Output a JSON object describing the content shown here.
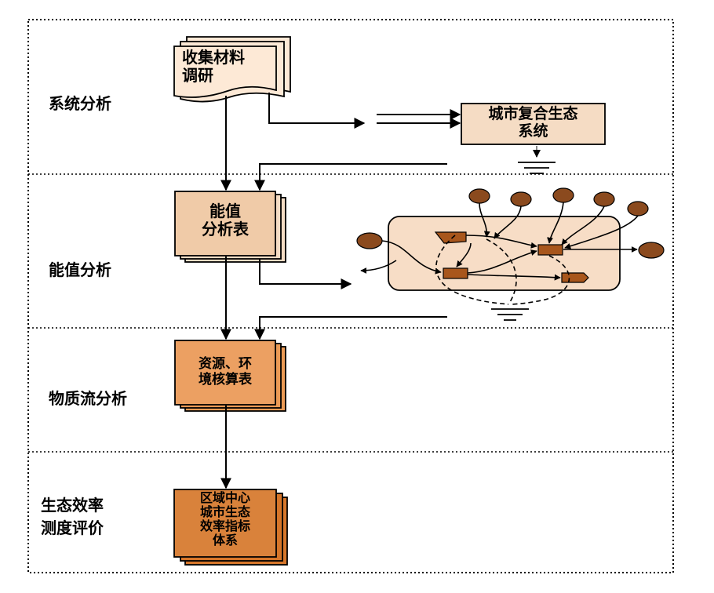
{
  "stages": [
    {
      "label": "系统分析"
    },
    {
      "label": "能值分析"
    },
    {
      "label": "物质流分析"
    },
    {
      "label": "生态效率",
      "label2": "测度评价"
    }
  ],
  "boxes": {
    "collect": {
      "line1": "收集材料",
      "line2": "调研"
    },
    "city_system": {
      "line1": "城市复合生态",
      "line2": "系统"
    },
    "emergy_table": {
      "line1": "能值",
      "line2": "分析表"
    },
    "accounting_table": {
      "line1": "资源、环",
      "line2": "境核算表"
    },
    "indicator_system": {
      "line1": "区域中心",
      "line2": "城市生态",
      "line3": "效率指标",
      "line4": "体系"
    }
  },
  "colors": {
    "light_fill": "#f5dcc4",
    "mid_fill": "#eec39c",
    "orange_fill": "#eb9a55",
    "dark_orange_fill": "#d6762a",
    "diagram_body": "#f7ddc6",
    "source_brown": "#8b4a1e",
    "process_brown": "#a8561c"
  }
}
